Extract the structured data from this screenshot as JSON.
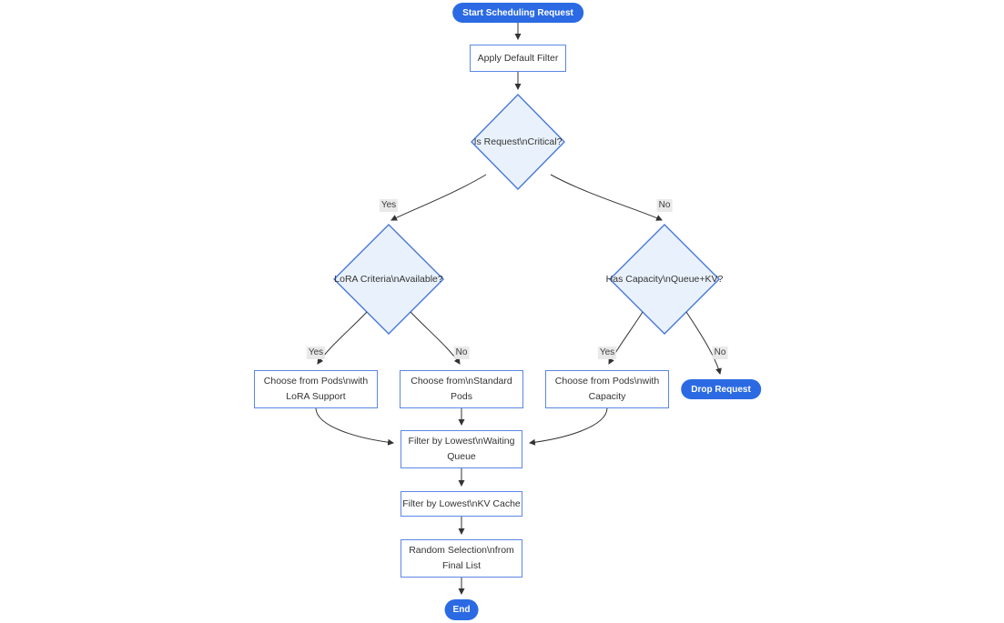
{
  "diagram": {
    "type": "flowchart",
    "nodes": {
      "start": {
        "label": "Start Scheduling Request",
        "shape": "pill"
      },
      "apply_filter": {
        "label": "Apply Default Filter",
        "shape": "rect"
      },
      "is_critical": {
        "label": "Is Request\\nCritical?",
        "shape": "diamond"
      },
      "lora_criteria": {
        "label": "LoRA Criteria\\nAvailable?",
        "shape": "diamond"
      },
      "has_capacity": {
        "label": "Has Capacity\\nQueue+KV?",
        "shape": "diamond"
      },
      "choose_lora": {
        "label": "Choose from Pods\\nwith LoRA Support",
        "shape": "rect"
      },
      "choose_standard": {
        "label": "Choose from\\nStandard Pods",
        "shape": "rect"
      },
      "choose_capacity": {
        "label": "Choose from Pods\\nwith Capacity",
        "shape": "rect"
      },
      "drop_request": {
        "label": "Drop Request",
        "shape": "pill"
      },
      "filter_queue": {
        "label": "Filter by Lowest\\nWaiting Queue",
        "shape": "rect"
      },
      "filter_kv": {
        "label": "Filter by Lowest\\nKV Cache",
        "shape": "rect"
      },
      "random_selection": {
        "label": "Random Selection\\nfrom Final List",
        "shape": "rect"
      },
      "end": {
        "label": "End",
        "shape": "pill"
      }
    },
    "edges": [
      {
        "from": "start",
        "to": "apply_filter",
        "label": ""
      },
      {
        "from": "apply_filter",
        "to": "is_critical",
        "label": ""
      },
      {
        "from": "is_critical",
        "to": "lora_criteria",
        "label": "Yes"
      },
      {
        "from": "is_critical",
        "to": "has_capacity",
        "label": "No"
      },
      {
        "from": "lora_criteria",
        "to": "choose_lora",
        "label": "Yes"
      },
      {
        "from": "lora_criteria",
        "to": "choose_standard",
        "label": "No"
      },
      {
        "from": "has_capacity",
        "to": "choose_capacity",
        "label": "Yes"
      },
      {
        "from": "has_capacity",
        "to": "drop_request",
        "label": "No"
      },
      {
        "from": "choose_lora",
        "to": "filter_queue",
        "label": ""
      },
      {
        "from": "choose_standard",
        "to": "filter_queue",
        "label": ""
      },
      {
        "from": "choose_capacity",
        "to": "filter_queue",
        "label": ""
      },
      {
        "from": "filter_queue",
        "to": "filter_kv",
        "label": ""
      },
      {
        "from": "filter_kv",
        "to": "random_selection",
        "label": ""
      },
      {
        "from": "random_selection",
        "to": "end",
        "label": ""
      }
    ]
  },
  "colors": {
    "background": "#ffffff",
    "pill_fill": "#2b6ae3",
    "pill_text": "#ffffff",
    "rect_fill": "#ffffff",
    "rect_border": "#5b87e5",
    "diamond_fill": "#e9f2fc",
    "diamond_border": "#4878d8",
    "edge_color": "#333333",
    "label_bg": "#e8e8e8",
    "text_color": "#333333"
  }
}
